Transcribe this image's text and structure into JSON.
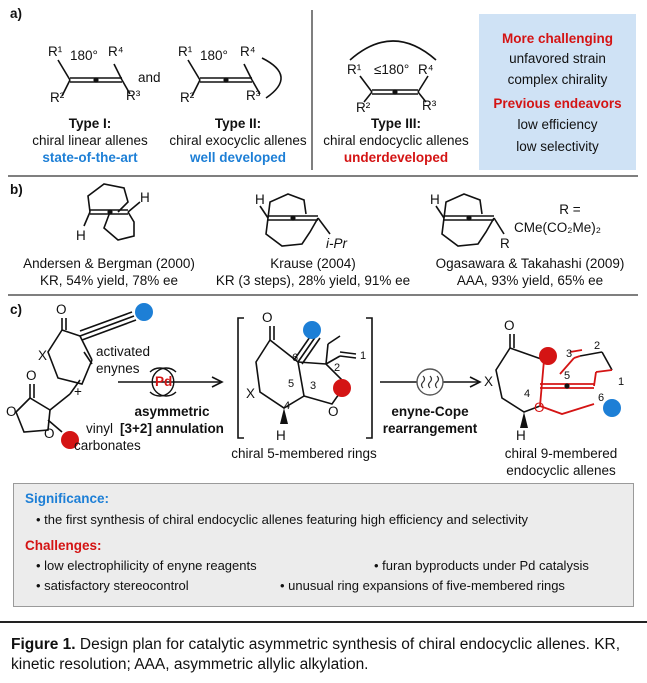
{
  "panel_a": {
    "label": "a)",
    "type1": {
      "title": "Type I:",
      "desc": "chiral linear allenes",
      "status": "state-of-the-art"
    },
    "type2": {
      "title": "Type II:",
      "desc": "chiral exocyclic allenes",
      "status": "well developed"
    },
    "type3": {
      "title": "Type III:",
      "desc": "chiral endocyclic allenes",
      "status": "underdeveloped"
    },
    "and": "and",
    "angle_180": "180°",
    "angle_le180": "≤180°",
    "r1": "R¹",
    "r2": "R²",
    "r3": "R³",
    "r4": "R⁴",
    "side_box": {
      "head1": "More challenging",
      "item1": "unfavored strain",
      "item2": "complex chirality",
      "head2": "Previous endeavors",
      "item3": "low efficiency",
      "item4": "low selectivity"
    }
  },
  "panel_b": {
    "label": "b)",
    "ex1": {
      "authors": "Andersen & Bergman (2000)",
      "result": "KR, 54% yield, 78% ee"
    },
    "ex2": {
      "authors": "Krause (2004)",
      "result": "KR (3 steps), 28% yield, 91% ee",
      "sub": "i-Pr"
    },
    "ex3": {
      "authors": "Ogasawara & Takahashi (2009)",
      "result": "AAA, 93% yield, 65% ee",
      "r_def1": "R =",
      "r_def2": "CMe(CO₂Me)₂",
      "r": "R"
    },
    "h": "H"
  },
  "panel_c": {
    "label": "c)",
    "enynes": "activated enynes",
    "carbonates": "vinyl carbonates",
    "plus": "+",
    "pd": "Pd",
    "step1_l1": "asymmetric",
    "step1_l2": "[3+2] annulation",
    "intermediate": "chiral 5-membered rings",
    "step2_l1": "enyne-Cope",
    "step2_l2": "rearrangement",
    "product_l1": "chiral 9-membered",
    "product_l2": "endocyclic allenes",
    "x": "X",
    "o": "O",
    "h": "H",
    "nums": [
      "1",
      "2",
      "3",
      "4",
      "5",
      "6"
    ]
  },
  "significance": {
    "title": "Significance:",
    "item": "• the first synthesis of chiral endocyclic allenes featuring high efficiency and selectivity"
  },
  "challenges": {
    "title": "Challenges:",
    "items": [
      "• low electrophilicity of enyne reagents",
      "• furan byproducts under Pd catalysis",
      "• satisfactory stereocontrol",
      "• unusual ring expansions of five-membered rings"
    ]
  },
  "caption": {
    "bold": "Figure 1.",
    "text": " Design plan for catalytic asymmetric synthesis of chiral endocyclic allenes. KR, kinetic resolution; AAA, asymmetric allylic alkylation."
  },
  "colors": {
    "blue": "#1d7fd6",
    "red": "#d41414",
    "box_blue": "#cfe2f5",
    "box_grey": "#ececec",
    "rule": "#7f7f7f"
  }
}
